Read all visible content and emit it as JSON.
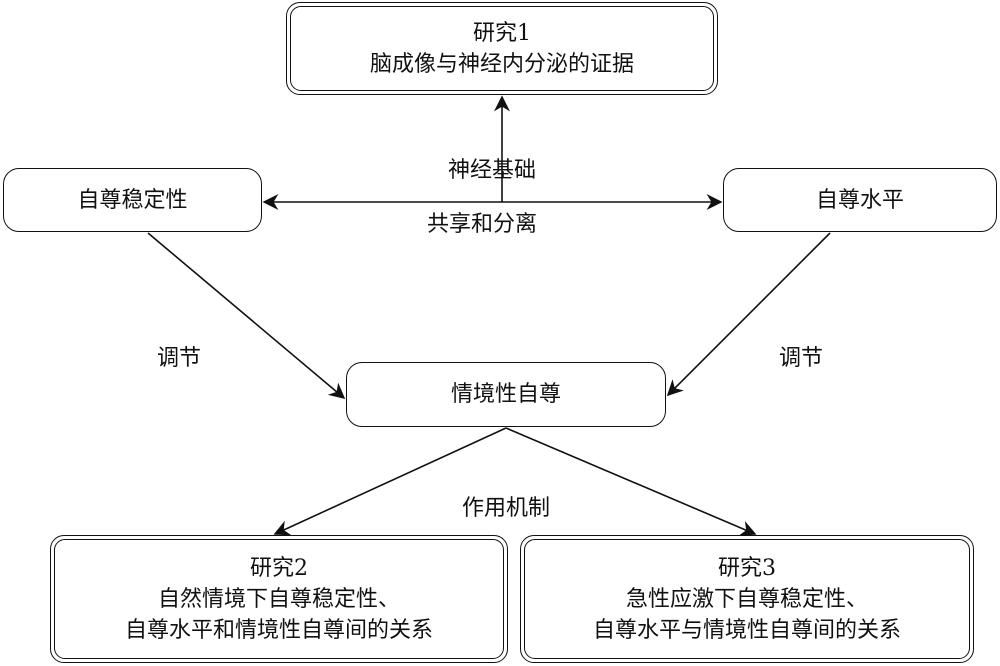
{
  "diagram": {
    "nodes": {
      "study1": {
        "title": "研究1",
        "lines": [
          "脑成像与神经内分泌的证据"
        ]
      },
      "stability": {
        "text": "自尊稳定性"
      },
      "level": {
        "text": "自尊水平"
      },
      "situational": {
        "text": "情境性自尊"
      },
      "study2": {
        "title": "研究2",
        "lines": [
          "自然情境下自尊稳定性、",
          "自尊水平和情境性自尊间的关系"
        ]
      },
      "study3": {
        "title": "研究3",
        "lines": [
          "急性应激下自尊稳定性、",
          "自尊水平与情境性自尊间的关系"
        ]
      }
    },
    "edge_labels": {
      "neural_basis": "神经基础",
      "share_separate": "共享和分离",
      "moderate_left": "调节",
      "moderate_right": "调节",
      "mechanism": "作用机制"
    },
    "edges": [
      {
        "from": "stability",
        "to": "level",
        "type": "bidirectional",
        "label": "共享和分离"
      },
      {
        "from": "stability-level-link",
        "to": "study1",
        "type": "directed",
        "label": "神经基础"
      },
      {
        "from": "stability",
        "to": "situational",
        "type": "directed",
        "label": "调节"
      },
      {
        "from": "level",
        "to": "situational",
        "type": "directed",
        "label": "调节"
      },
      {
        "from": "situational",
        "to": "study2",
        "type": "directed",
        "label": "作用机制"
      },
      {
        "from": "situational",
        "to": "study3",
        "type": "directed",
        "label": "作用机制"
      }
    ],
    "colors": {
      "stroke": "#111111",
      "background": "#ffffff"
    }
  }
}
